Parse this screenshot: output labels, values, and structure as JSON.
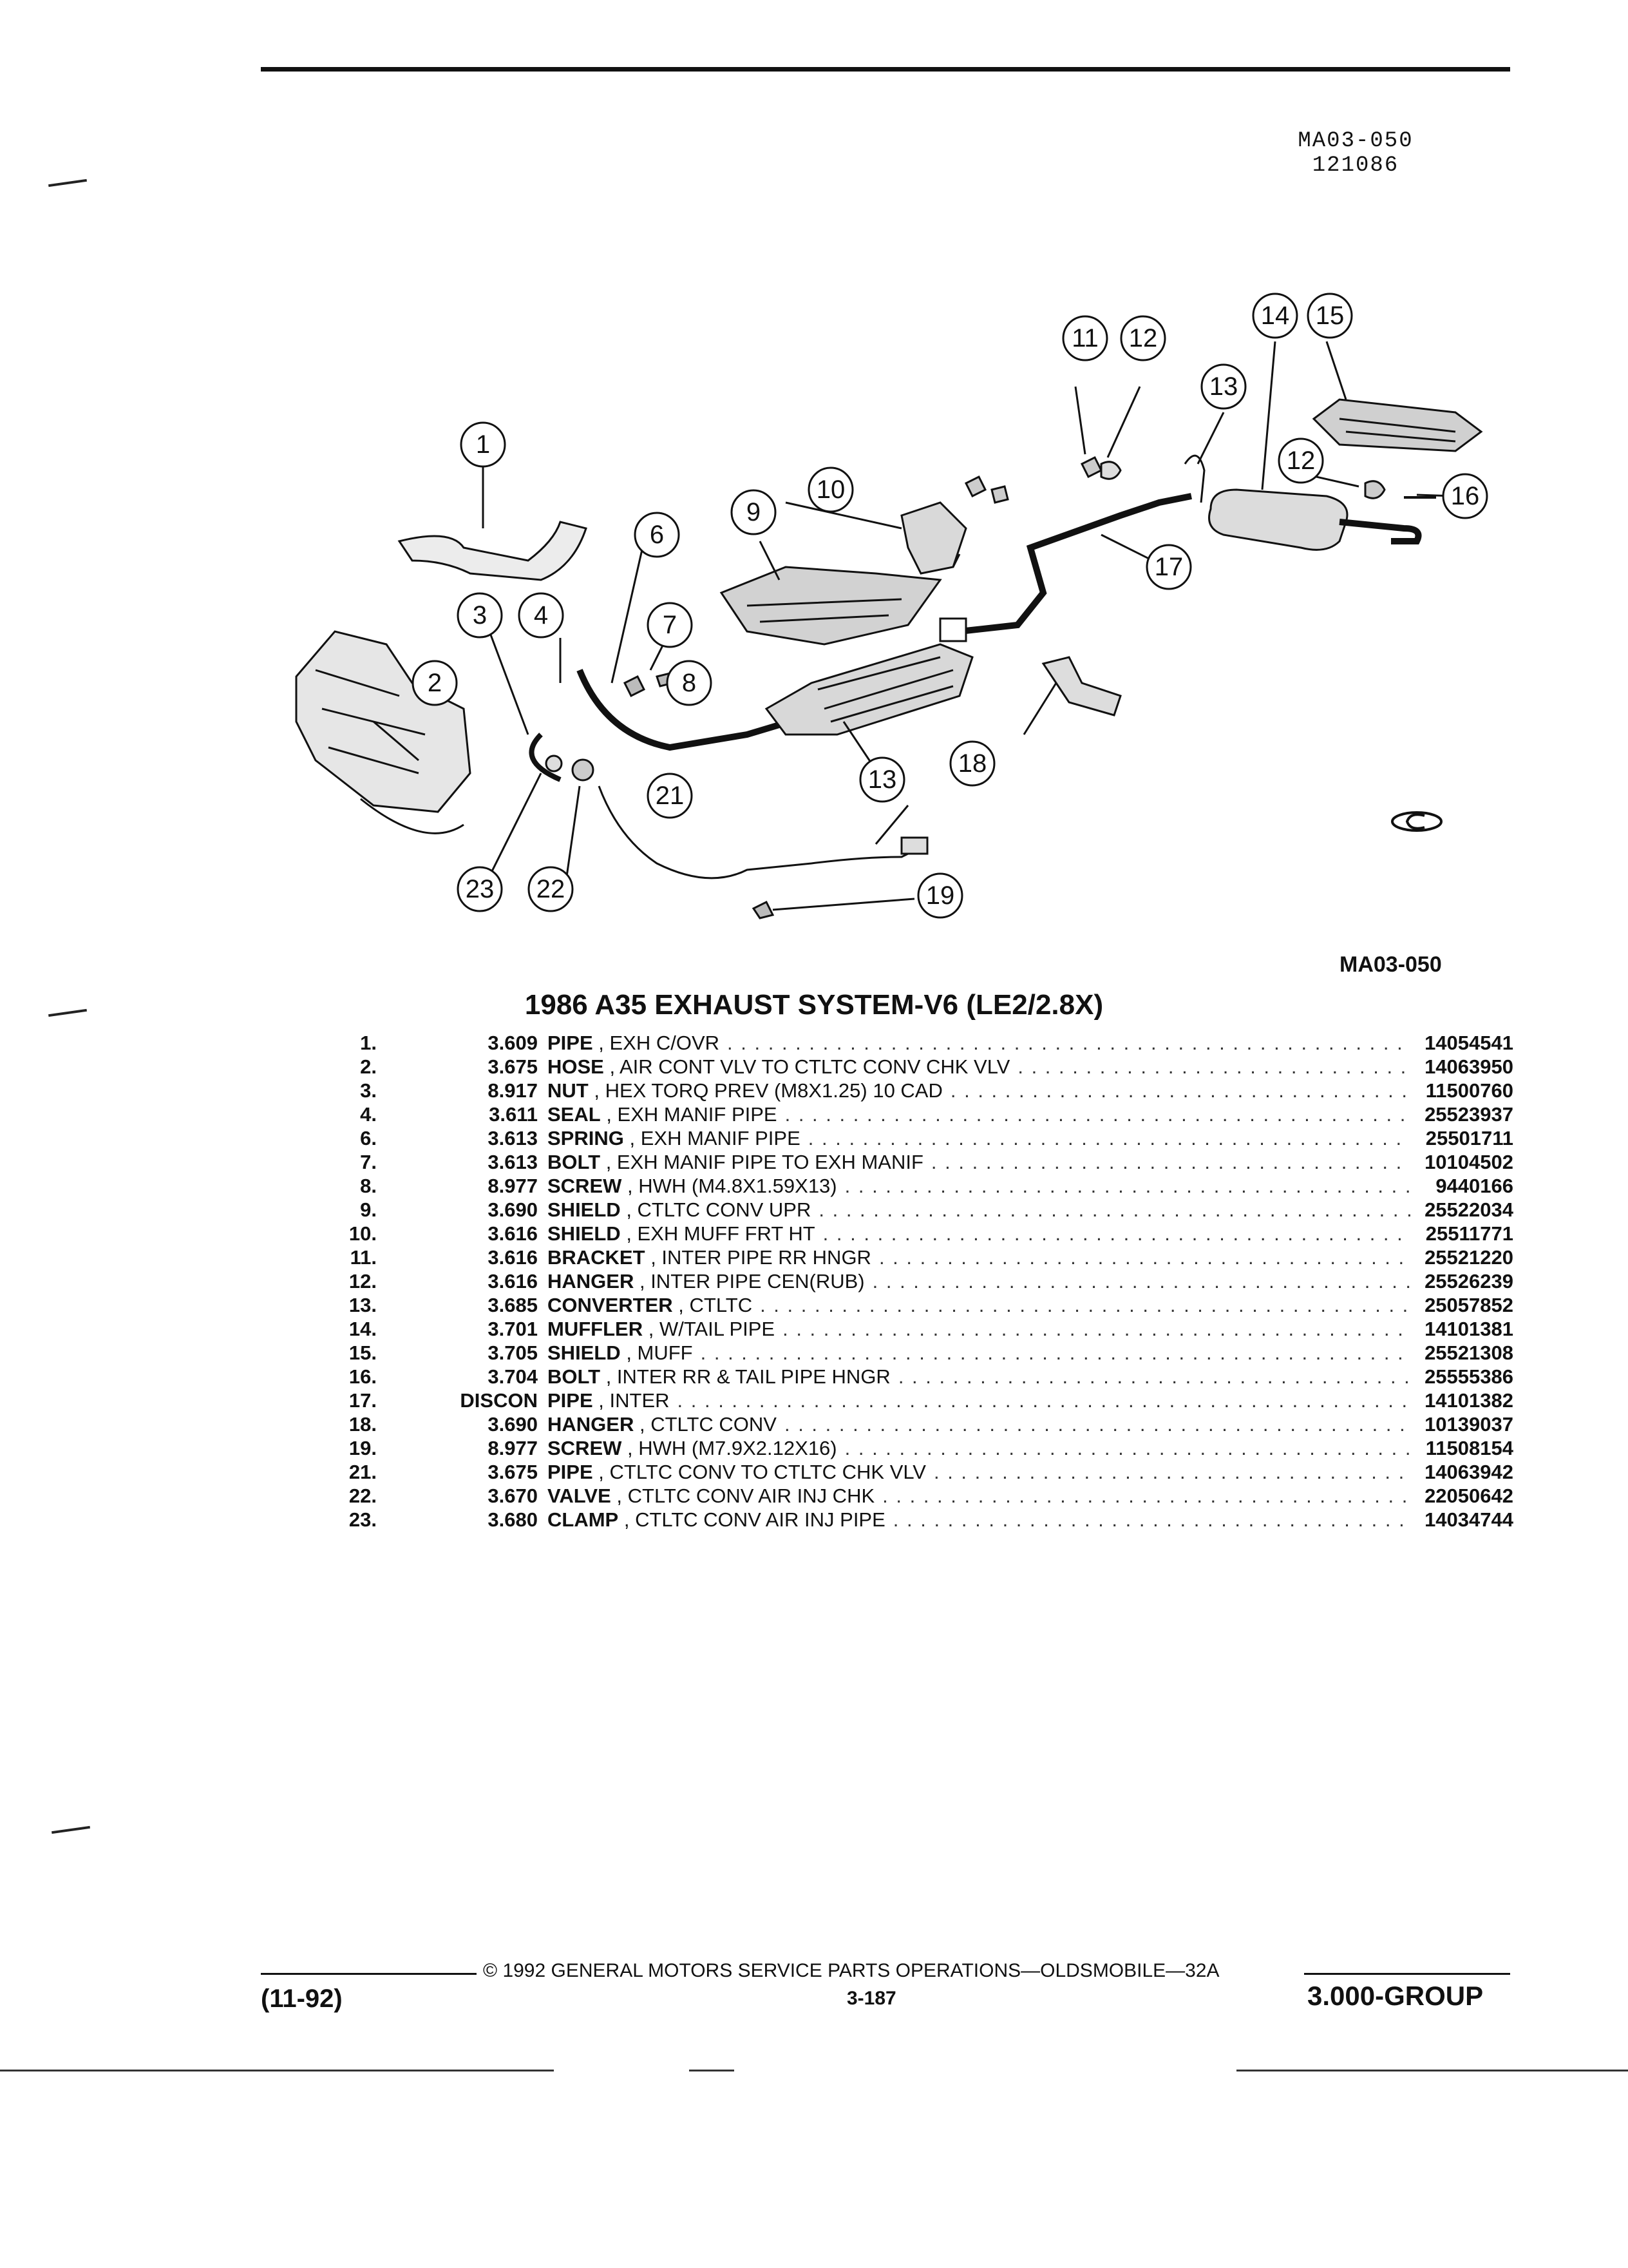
{
  "header": {
    "code": "MA03-050",
    "date_code": "121086"
  },
  "diagram": {
    "id_label": "MA03-050",
    "callouts": [
      "1",
      "2",
      "3",
      "4",
      "6",
      "7",
      "8",
      "9",
      "10",
      "11",
      "12",
      "13",
      "14",
      "15",
      "16",
      "17",
      "18",
      "19",
      "21",
      "22",
      "23"
    ],
    "logo_mark": "GM C logo"
  },
  "title": "1986 A35 EXHAUST SYSTEM-V6 (LE2/2.8X)",
  "parts": [
    {
      "no": "1.",
      "code": "3.609",
      "name": "PIPE",
      "desc": ", EXH C/OVR",
      "pn": "14054541"
    },
    {
      "no": "2.",
      "code": "3.675",
      "name": "HOSE",
      "desc": ", AIR CONT VLV TO CTLTC CONV CHK VLV",
      "pn": "14063950"
    },
    {
      "no": "3.",
      "code": "8.917",
      "name": "NUT",
      "desc": ", HEX TORQ PREV (M8X1.25) 10 CAD",
      "pn": "11500760"
    },
    {
      "no": "4.",
      "code": "3.611",
      "name": "SEAL",
      "desc": ", EXH MANIF PIPE",
      "pn": "25523937"
    },
    {
      "no": "6.",
      "code": "3.613",
      "name": "SPRING",
      "desc": ", EXH MANIF PIPE",
      "pn": "25501711"
    },
    {
      "no": "7.",
      "code": "3.613",
      "name": "BOLT",
      "desc": ", EXH MANIF PIPE TO EXH MANIF",
      "pn": "10104502"
    },
    {
      "no": "8.",
      "code": "8.977",
      "name": "SCREW",
      "desc": ", HWH (M4.8X1.59X13)",
      "pn": "9440166"
    },
    {
      "no": "9.",
      "code": "3.690",
      "name": "SHIELD",
      "desc": ", CTLTC CONV UPR",
      "pn": "25522034"
    },
    {
      "no": "10.",
      "code": "3.616",
      "name": "SHIELD",
      "desc": ", EXH MUFF FRT HT",
      "pn": "25511771"
    },
    {
      "no": "11.",
      "code": "3.616",
      "name": "BRACKET",
      "desc": ", INTER PIPE RR HNGR",
      "pn": "25521220"
    },
    {
      "no": "12.",
      "code": "3.616",
      "name": "HANGER",
      "desc": ", INTER PIPE CEN(RUB)",
      "pn": "25526239"
    },
    {
      "no": "13.",
      "code": "3.685",
      "name": "CONVERTER",
      "desc": ", CTLTC",
      "pn": "25057852"
    },
    {
      "no": "14.",
      "code": "3.701",
      "name": "MUFFLER",
      "desc": ", W/TAIL PIPE",
      "pn": "14101381"
    },
    {
      "no": "15.",
      "code": "3.705",
      "name": "SHIELD",
      "desc": ", MUFF",
      "pn": "25521308"
    },
    {
      "no": "16.",
      "code": "3.704",
      "name": "BOLT",
      "desc": ", INTER RR & TAIL PIPE HNGR",
      "pn": "25555386"
    },
    {
      "no": "17.",
      "code": "DISCON",
      "name": "PIPE",
      "desc": ", INTER",
      "pn": "14101382"
    },
    {
      "no": "18.",
      "code": "3.690",
      "name": "HANGER",
      "desc": ", CTLTC CONV",
      "pn": "10139037"
    },
    {
      "no": "19.",
      "code": "8.977",
      "name": "SCREW",
      "desc": ", HWH (M7.9X2.12X16)",
      "pn": "11508154"
    },
    {
      "no": "21.",
      "code": "3.675",
      "name": "PIPE",
      "desc": ", CTLTC CONV TO CTLTC CHK VLV",
      "pn": "14063942"
    },
    {
      "no": "22.",
      "code": "3.670",
      "name": "VALVE",
      "desc": ", CTLTC CONV AIR INJ CHK",
      "pn": "22050642"
    },
    {
      "no": "23.",
      "code": "3.680",
      "name": "CLAMP",
      "desc": ", CTLTC CONV AIR INJ PIPE",
      "pn": "14034744"
    }
  ],
  "footer": {
    "copyright": "© 1992 GENERAL MOTORS SERVICE PARTS OPERATIONS—OLDSMOBILE—32A",
    "date": "(11-92)",
    "page": "3-187",
    "group": "3.000-GROUP"
  }
}
